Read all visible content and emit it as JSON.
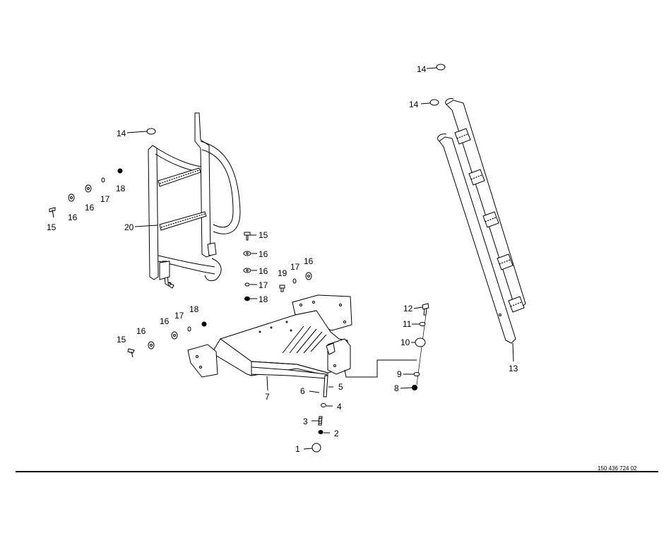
{
  "diagram": {
    "callouts": [
      {
        "id": "c14a",
        "label": "14"
      },
      {
        "id": "c14b",
        "label": "14"
      },
      {
        "id": "c14c",
        "label": "14"
      },
      {
        "id": "c18a",
        "label": "18"
      },
      {
        "id": "c17a",
        "label": "17"
      },
      {
        "id": "c16a",
        "label": "16"
      },
      {
        "id": "c16b",
        "label": "16"
      },
      {
        "id": "c15a",
        "label": "15"
      },
      {
        "id": "c20",
        "label": "20"
      },
      {
        "id": "c15b",
        "label": "15"
      },
      {
        "id": "c16c",
        "label": "16"
      },
      {
        "id": "c16d",
        "label": "16"
      },
      {
        "id": "c17b",
        "label": "17"
      },
      {
        "id": "c18b",
        "label": "18"
      },
      {
        "id": "c19",
        "label": "19"
      },
      {
        "id": "c17c",
        "label": "17"
      },
      {
        "id": "c16e",
        "label": "16"
      },
      {
        "id": "c12",
        "label": "12"
      },
      {
        "id": "c11",
        "label": "11"
      },
      {
        "id": "c10",
        "label": "10"
      },
      {
        "id": "c9",
        "label": "9"
      },
      {
        "id": "c8",
        "label": "8"
      },
      {
        "id": "c13",
        "label": "13"
      },
      {
        "id": "c18c",
        "label": "18"
      },
      {
        "id": "c17d",
        "label": "17"
      },
      {
        "id": "c16f",
        "label": "16"
      },
      {
        "id": "c16g",
        "label": "16"
      },
      {
        "id": "c15c",
        "label": "15"
      },
      {
        "id": "c7",
        "label": "7"
      },
      {
        "id": "c6",
        "label": "6"
      },
      {
        "id": "c5",
        "label": "5"
      },
      {
        "id": "c4",
        "label": "4"
      },
      {
        "id": "c3",
        "label": "3"
      },
      {
        "id": "c2",
        "label": "2"
      },
      {
        "id": "c1",
        "label": "1"
      }
    ],
    "drawing_number": "150 436 724 02"
  }
}
